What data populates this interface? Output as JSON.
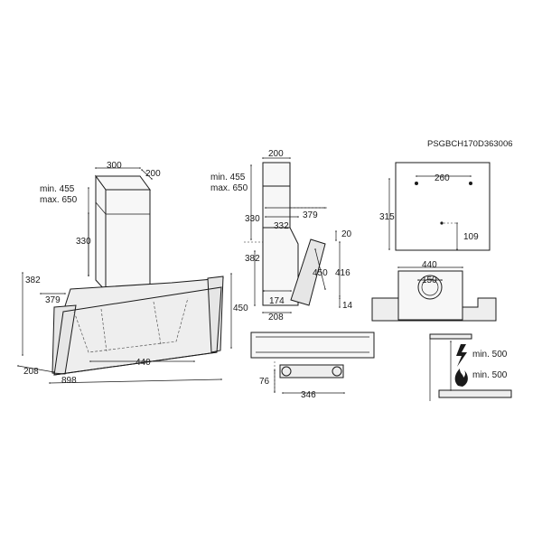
{
  "model_code": "PSGBCH170D363006",
  "view_3d": {
    "chimney_width": "300",
    "chimney_depth": "200",
    "min_label": "min. 455",
    "max_label": "max. 650",
    "chimney_height": "330",
    "body_height": "382",
    "inner_depth": "379",
    "glass_height": "450",
    "canopy_depth": "208",
    "inner_width": "440",
    "total_width": "898"
  },
  "view_side": {
    "chimney_width": "200",
    "min_label": "min. 455",
    "max_label": "max. 650",
    "chimney_height": "330",
    "chimney_offset": "332",
    "depth_379": "379",
    "body_height": "382",
    "top_gap": "20",
    "glass_height": "450",
    "glass_vertical": "416",
    "bottom_depth": "174",
    "bottom_gap": "14",
    "base_depth": "208"
  },
  "view_bottom": {
    "height": "76",
    "width": "346"
  },
  "view_wall": {
    "bracket_spacing": "260",
    "height": "315",
    "outlet_height": "109"
  },
  "view_top": {
    "total": "440",
    "outlet": "150"
  },
  "view_clearance": {
    "electric_label": "min. 500",
    "gas_label": "min. 500"
  },
  "icons": [
    "lightning-icon",
    "flame-icon"
  ]
}
